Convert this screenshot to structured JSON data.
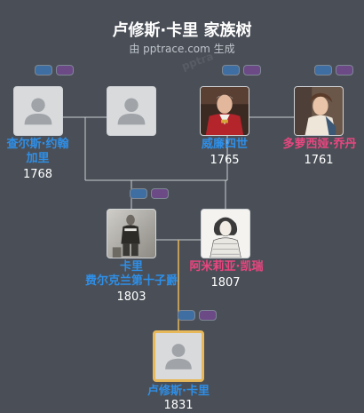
{
  "title": "卢修斯·卡里 家族树",
  "subtitle": "由 pptrace.com 生成",
  "watermark": "pptra",
  "colors": {
    "male": "#2e8fe8",
    "female": "#e9467f",
    "focus_border": "#e7b85a",
    "background": "#4a4f57"
  },
  "people": {
    "charles": {
      "name1": "查尔斯·约翰",
      "name2": "加里",
      "year": "1768",
      "gender": "male",
      "photo": "silhouette"
    },
    "unknown": {
      "gender": "female",
      "photo": "silhouette"
    },
    "william": {
      "name1": "威廉四世",
      "year": "1765",
      "gender": "male",
      "photo": "portrait"
    },
    "dorothea": {
      "name1": "多萝西娅·乔丹",
      "year": "1761",
      "gender": "female",
      "photo": "portrait"
    },
    "cary": {
      "name1": "卡里",
      "name2": "费尔克兰第十子爵",
      "year": "1803",
      "gender": "male",
      "photo": "portrait"
    },
    "amelia": {
      "name1": "阿米莉亚·凯瑞",
      "year": "1807",
      "gender": "female",
      "photo": "portrait"
    },
    "lucius": {
      "name1": "卢修斯·卡里",
      "year": "1831",
      "gender": "male",
      "photo": "silhouette",
      "focus": true
    }
  }
}
